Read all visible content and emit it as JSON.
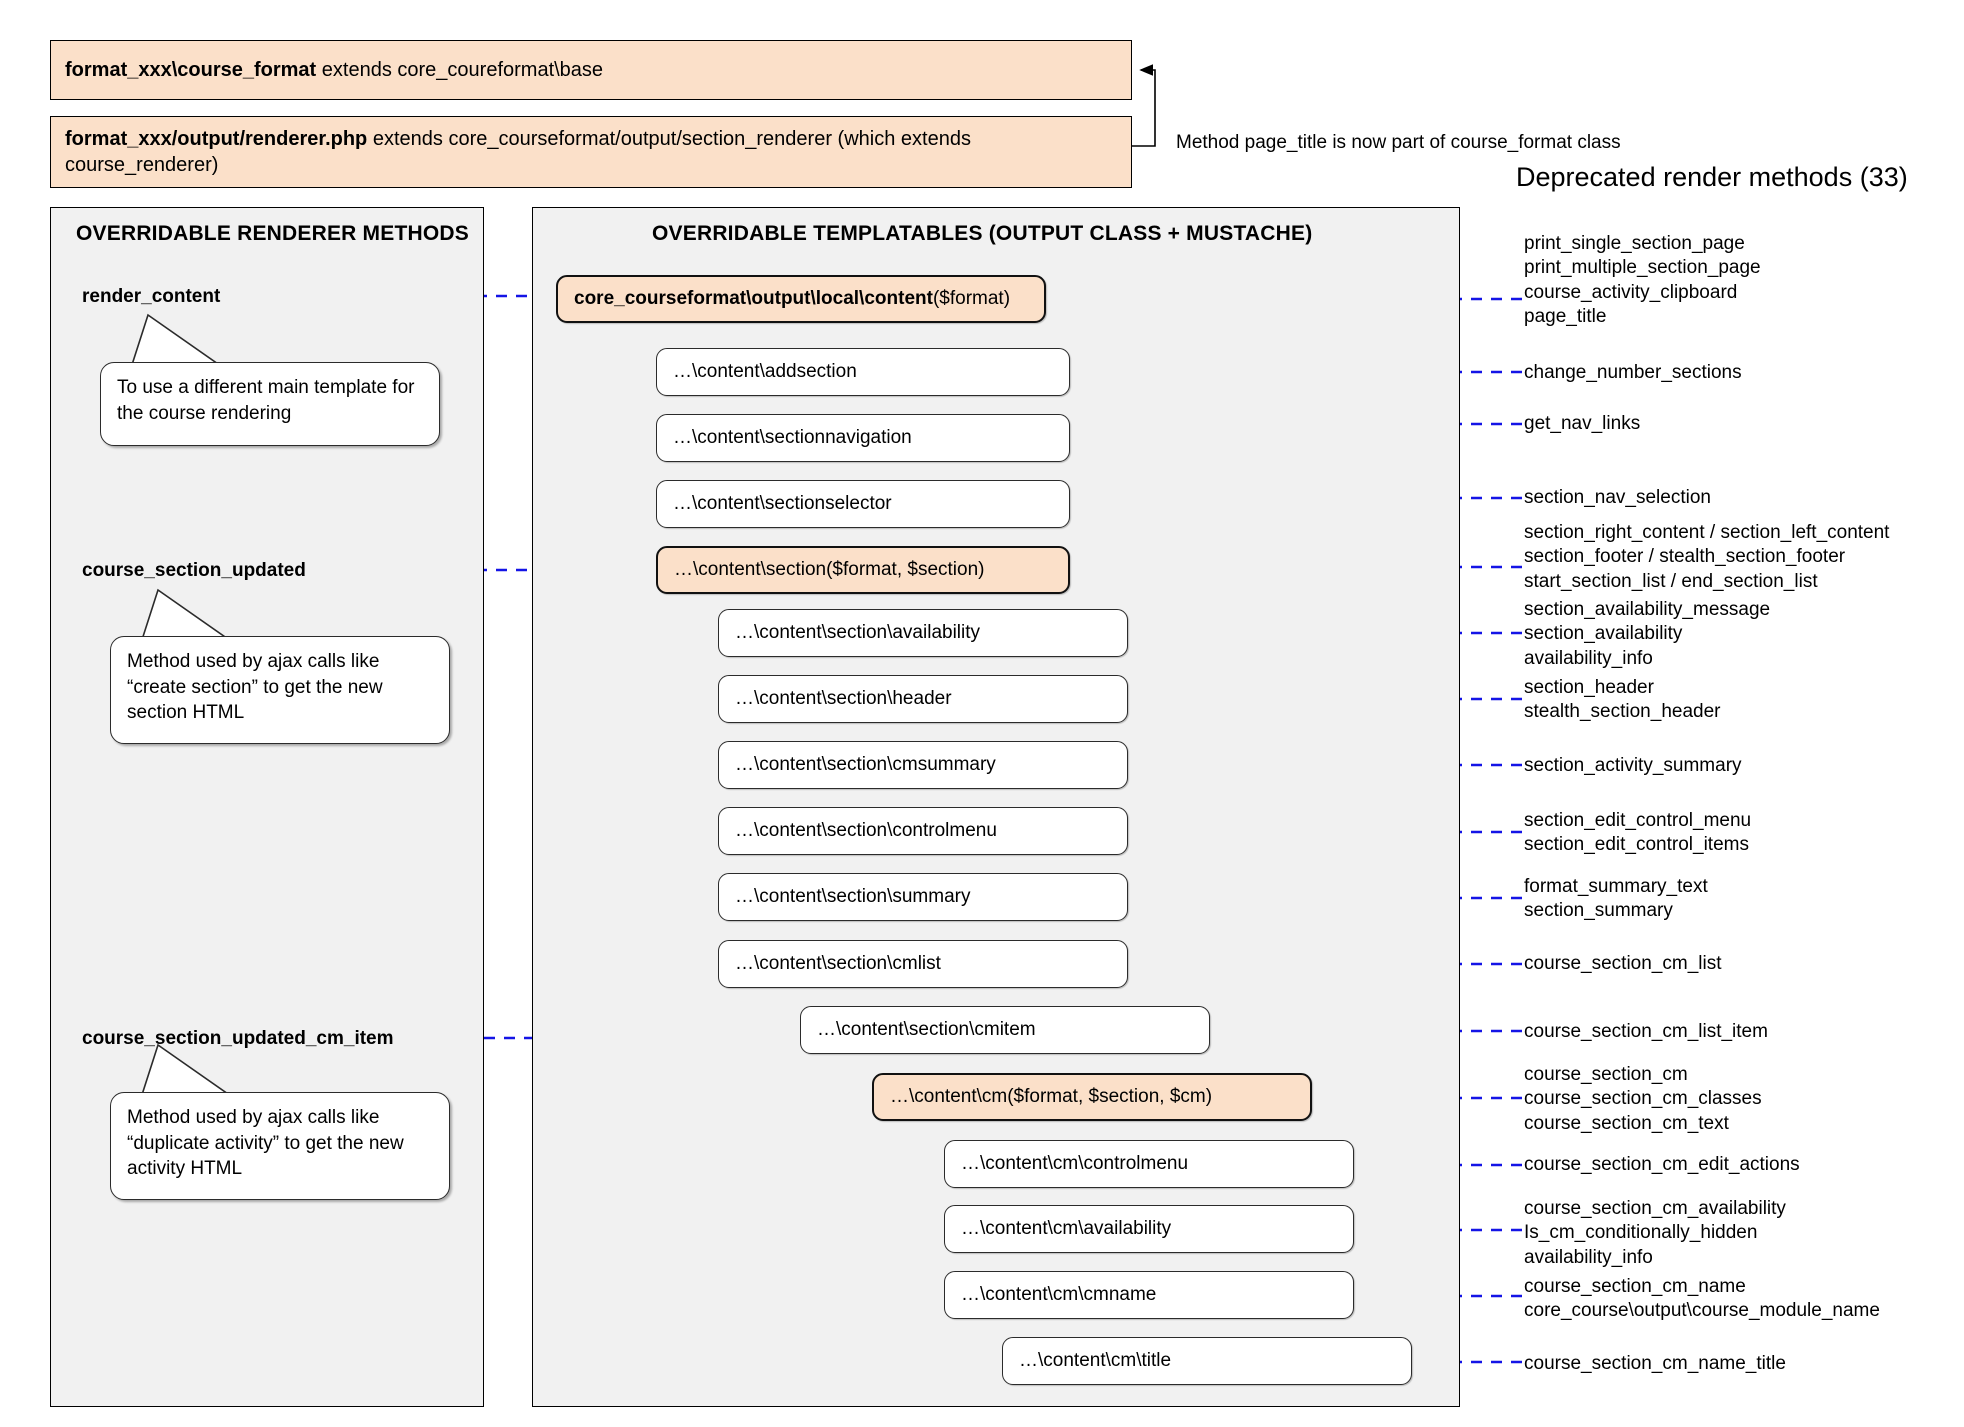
{
  "header": {
    "class_box": {
      "bold": "format_xxx\\course_format",
      "rest": " extends core_coureformat\\base"
    },
    "renderer_box": {
      "bold": "format_xxx/output/renderer.php",
      "rest": " extends core_courseformat/output/section_renderer (which extends course_renderer)"
    },
    "bracket_note": "Method page_title is now part of course_format class"
  },
  "panels": {
    "left_title": "OVERRIDABLE RENDERER METHODS",
    "center_title": "OVERRIDABLE TEMPLATABLES (OUTPUT CLASS + MUSTACHE)",
    "right_title": "Deprecated render methods (33)"
  },
  "renderer_methods": [
    {
      "name": "render_content"
    },
    {
      "name": "course_section_updated"
    },
    {
      "name": "course_section_updated_cm_item"
    }
  ],
  "callouts": [
    {
      "lines": [
        "To use a different main template for",
        "the course rendering"
      ]
    },
    {
      "lines": [
        "Method used by ajax calls like",
        "“create section” to get the new",
        "section HTML"
      ]
    },
    {
      "lines": [
        "Method used by ajax calls like",
        "“duplicate activity” to get the new",
        "activity HTML"
      ]
    }
  ],
  "templatables": [
    {
      "lead": "core_courseformat\\output\\local\\content",
      "args": " ($format)",
      "accent": true
    },
    {
      "lead": "…\\content\\addsection",
      "args": "",
      "accent": false
    },
    {
      "lead": "…\\content\\sectionnavigation",
      "args": "",
      "accent": false
    },
    {
      "lead": "…\\content\\sectionselector",
      "args": "",
      "accent": false
    },
    {
      "lead": "…\\content\\section",
      "args": " ($format, $section)",
      "accent": true
    },
    {
      "lead": "…\\content\\section\\availability",
      "args": "",
      "accent": false
    },
    {
      "lead": "…\\content\\section\\header",
      "args": "",
      "accent": false
    },
    {
      "lead": "…\\content\\section\\cmsummary",
      "args": "",
      "accent": false
    },
    {
      "lead": "…\\content\\section\\controlmenu",
      "args": "",
      "accent": false
    },
    {
      "lead": "…\\content\\section\\summary",
      "args": "",
      "accent": false
    },
    {
      "lead": "…\\content\\section\\cmlist",
      "args": "",
      "accent": false
    },
    {
      "lead": "…\\content\\section\\cmitem",
      "args": "",
      "accent": false
    },
    {
      "lead": "…\\content\\cm",
      "args": " ($format, $section, $cm)",
      "accent": true
    },
    {
      "lead": "…\\content\\cm\\controlmenu",
      "args": "",
      "accent": false
    },
    {
      "lead": "…\\content\\cm\\availability",
      "args": "",
      "accent": false
    },
    {
      "lead": "…\\content\\cm\\cmname",
      "args": "",
      "accent": false
    },
    {
      "lead": "…\\content\\cm\\title",
      "args": "",
      "accent": false
    }
  ],
  "deprecated_groups": [
    {
      "lines": [
        "print_single_section_page",
        "print_multiple_section_page",
        "course_activity_clipboard",
        "page_title"
      ]
    },
    {
      "lines": [
        "change_number_sections"
      ]
    },
    {
      "lines": [
        "get_nav_links"
      ]
    },
    {
      "lines": [
        "section_nav_selection"
      ]
    },
    {
      "lines": [
        "section_right_content / section_left_content",
        "section_footer / stealth_section_footer",
        "start_section_list / end_section_list"
      ]
    },
    {
      "lines": [
        "section_availability_message",
        "section_availability",
        "availability_info"
      ]
    },
    {
      "lines": [
        "section_header",
        "stealth_section_header"
      ]
    },
    {
      "lines": [
        "section_activity_summary"
      ]
    },
    {
      "lines": [
        "section_edit_control_menu",
        "section_edit_control_items"
      ]
    },
    {
      "lines": [
        "format_summary_text",
        "section_summary"
      ]
    },
    {
      "lines": [
        "course_section_cm_list"
      ]
    },
    {
      "lines": [
        "course_section_cm_list_item"
      ]
    },
    {
      "lines": [
        "course_section_cm",
        "course_section_cm_classes",
        "course_section_cm_text"
      ]
    },
    {
      "lines": [
        "course_section_cm_edit_actions"
      ]
    },
    {
      "lines": [
        "course_section_cm_availability",
        "Is_cm_conditionally_hidden",
        "availability_info"
      ]
    },
    {
      "lines": [
        "course_section_cm_name",
        "core_course\\output\\course_module_name"
      ]
    },
    {
      "lines": [
        "course_section_cm_name_title"
      ]
    }
  ],
  "colors": {
    "accent_fill": "#fbe0c9",
    "panel_fill": "#f1f1f1",
    "wire": "#1414e6",
    "stroke": "#000000"
  }
}
